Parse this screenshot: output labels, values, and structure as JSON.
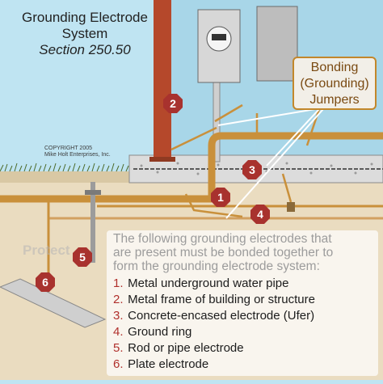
{
  "title": {
    "line1": "Grounding Electrode",
    "line2": "System",
    "section": "Section 250.50"
  },
  "copyright": {
    "line1": "COPYRIGHT 2005",
    "line2": "Mike Holt Enterprises, Inc."
  },
  "callout": {
    "line1": "Bonding",
    "line2": "(Grounding)",
    "line3": "Jumpers"
  },
  "watermark": "Protect",
  "markers": [
    "1",
    "2",
    "3",
    "4",
    "5",
    "6"
  ],
  "legend": {
    "intro_line1": "The following grounding electrodes that",
    "intro_line2": "are present must be bonded together to",
    "intro_line3": "form the grounding electrode system:",
    "items": [
      {
        "num": "1.",
        "text": "Metal underground water pipe"
      },
      {
        "num": "2.",
        "text": "Metal frame of building or structure"
      },
      {
        "num": "3.",
        "text": "Concrete-encased electrode (Ufer)"
      },
      {
        "num": "4.",
        "text": "Ground ring"
      },
      {
        "num": "5.",
        "text": "Rod or pipe electrode"
      },
      {
        "num": "6.",
        "text": "Plate electrode"
      }
    ]
  },
  "colors": {
    "sky": "#bfe4f2",
    "soil": "#e9dcc2",
    "copper": "#c9903b",
    "steel": "#b5482b",
    "marker": "#a8322e",
    "callout_border": "#c2872b"
  }
}
